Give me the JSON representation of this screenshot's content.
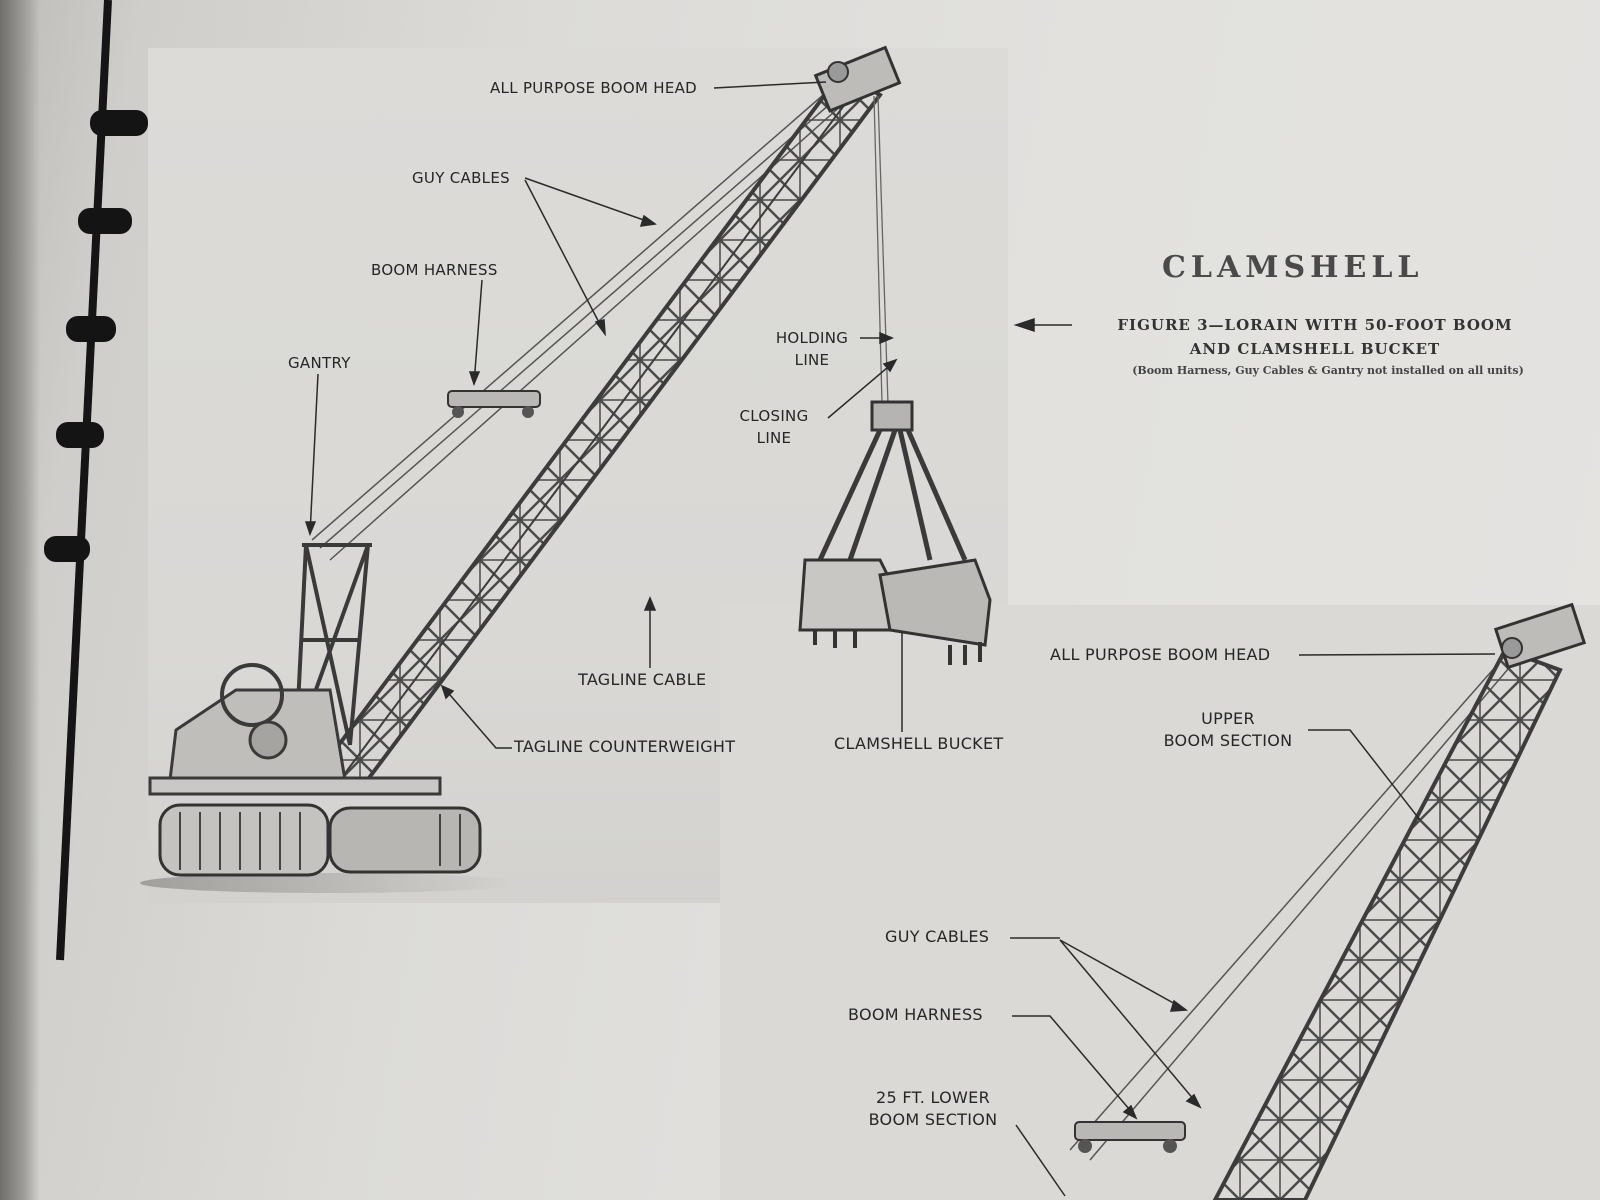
{
  "title": "CLAMSHELL",
  "figure_caption": {
    "line1": "FIGURE 3—LORAIN WITH 50-FOOT BOOM",
    "line2": "AND CLAMSHELL BUCKET",
    "note": "(Boom Harness, Guy Cables & Gantry not installed on all units)"
  },
  "top_figure_labels": {
    "boom_head": "ALL PURPOSE BOOM HEAD",
    "guy_cables": "GUY CABLES",
    "boom_harness": "BOOM HARNESS",
    "gantry": "GANTRY",
    "holding_line_1": "HOLDING",
    "holding_line_2": "LINE",
    "closing_line_1": "CLOSING",
    "closing_line_2": "LINE",
    "tagline_cable": "TAGLINE CABLE",
    "tagline_counterweight": "TAGLINE COUNTERWEIGHT",
    "clamshell_bucket": "CLAMSHELL BUCKET"
  },
  "bottom_figure_labels": {
    "boom_head": "ALL PURPOSE BOOM HEAD",
    "upper_boom_1": "UPPER",
    "upper_boom_2": "BOOM SECTION",
    "guy_cables": "GUY CABLES",
    "boom_harness": "BOOM HARNESS",
    "lower_boom_1": "25 FT. LOWER",
    "lower_boom_2": "BOOM SECTION"
  },
  "colors": {
    "paper": "#e2e1de",
    "ink": "#262626",
    "machine_light": "#c9c8c4",
    "machine_dark": "#555555",
    "binding": "#1a1a1a"
  }
}
